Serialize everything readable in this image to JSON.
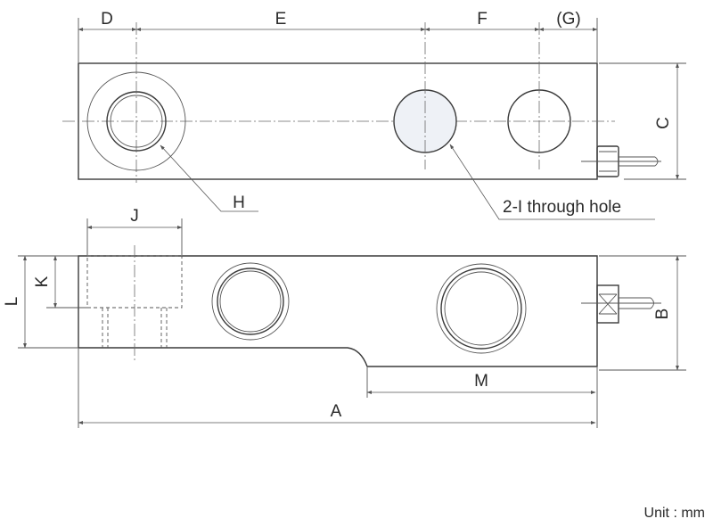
{
  "dimension_labels": {
    "D": "D",
    "E": "E",
    "F": "F",
    "G": "(G)",
    "C": "C",
    "H": "H",
    "hole_note": "2-I through hole",
    "J": "J",
    "K": "K",
    "L": "L",
    "B": "B",
    "M": "M",
    "A": "A"
  },
  "unit_note": "Unit : mm"
}
